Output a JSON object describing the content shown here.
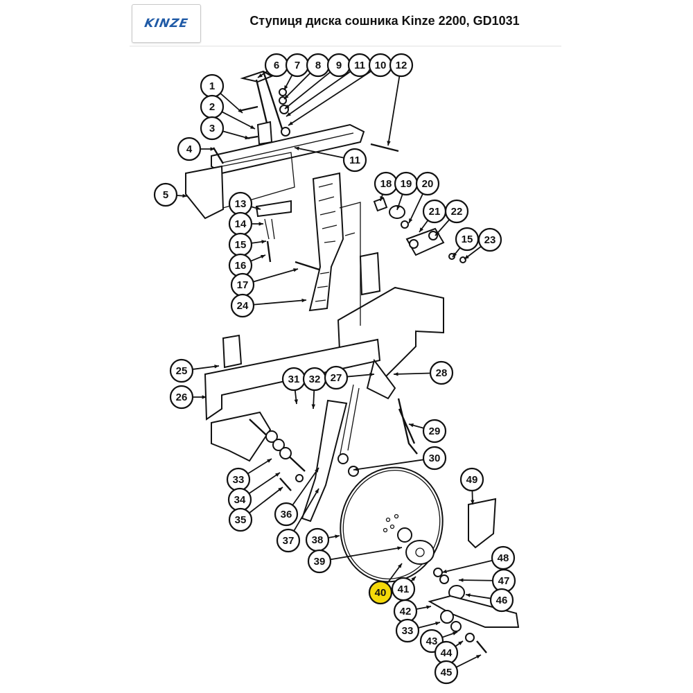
{
  "header": {
    "logo_text": "KINZE",
    "title": "Ступиця диска сошника Kinze 2200, GD1031",
    "logo_color": "#1f5aa6"
  },
  "callouts": [
    "1",
    "2",
    "3",
    "4",
    "5",
    "6",
    "7",
    "8",
    "9",
    "11",
    "10",
    "12",
    "11",
    "18",
    "19",
    "20",
    "21",
    "22",
    "15",
    "23",
    "13",
    "14",
    "15",
    "16",
    "17",
    "24",
    "25",
    "26",
    "31",
    "32",
    "27",
    "28",
    "29",
    "30",
    "33",
    "34",
    "35",
    "36",
    "37",
    "38",
    "39",
    "40",
    "41",
    "42",
    "33",
    "43",
    "44",
    "45",
    "49",
    "48",
    "47",
    "46"
  ],
  "highlight_color": "#f5d90a",
  "highlighted_callout": "40"
}
